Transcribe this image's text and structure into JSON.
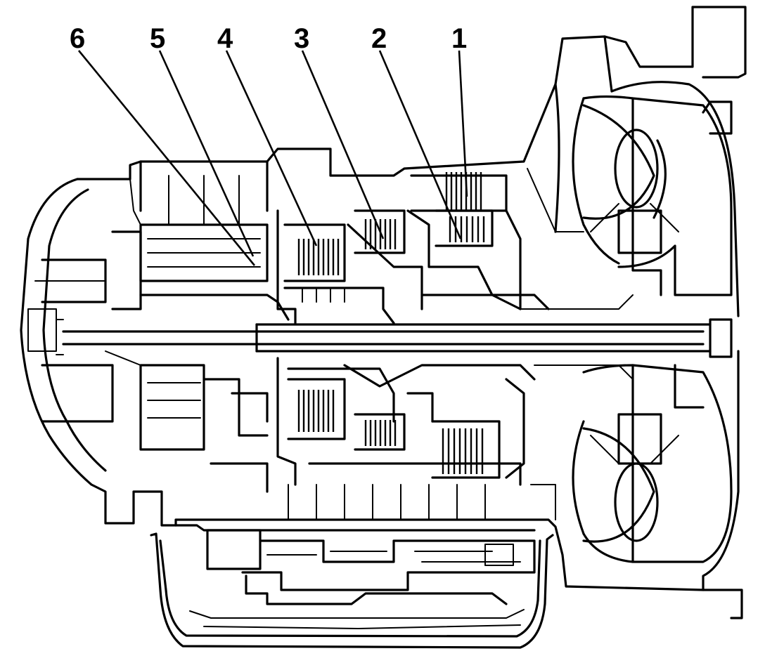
{
  "diagram": {
    "callouts": [
      {
        "id": "callout-1",
        "label": "1"
      },
      {
        "id": "callout-2",
        "label": "2"
      },
      {
        "id": "callout-3",
        "label": "3"
      },
      {
        "id": "callout-4",
        "label": "4"
      },
      {
        "id": "callout-5",
        "label": "5"
      },
      {
        "id": "callout-6",
        "label": "6"
      }
    ],
    "line_color": "#000000",
    "background_color": "#ffffff"
  }
}
